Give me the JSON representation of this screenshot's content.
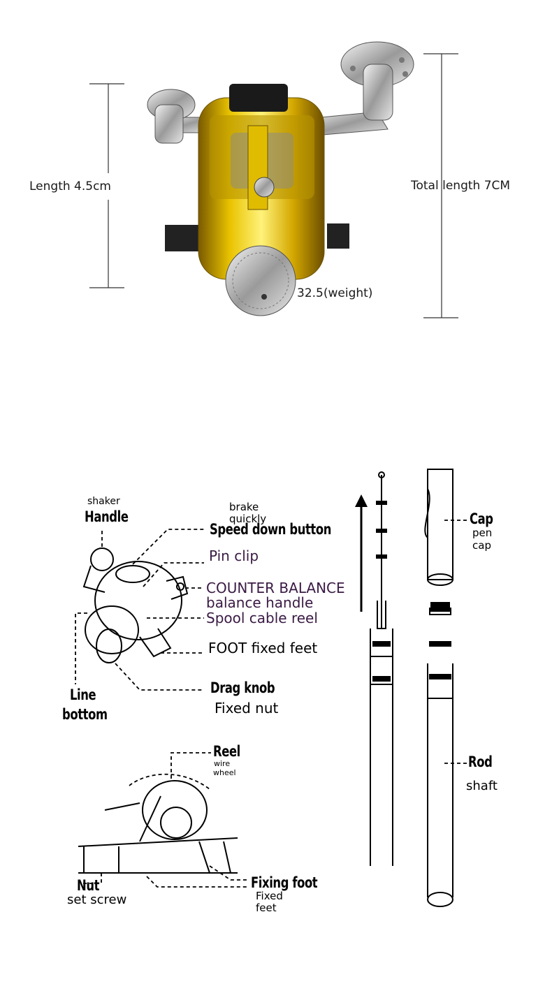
{
  "dimensions": {
    "length": "Length 4.5cm",
    "total_length": "Total length 7CM",
    "weight": "32.5(weight)"
  },
  "reel_labels": {
    "shaker": "shaker",
    "handle": "Handle",
    "brake": "brake",
    "quickly": "quickly",
    "speed_down_button": "Speed down button",
    "pin_clip": "Pin clip",
    "counter_balance": "COUNTER BALANCE",
    "balance_handle": "balance handle",
    "spool": "Spool cable reel",
    "foot": "FOOT fixed feet",
    "line": "Line",
    "bottom": "bottom",
    "drag_knob": "Drag knob",
    "fixed_nut": "Fixed nut"
  },
  "mount_labels": {
    "reel": "Reel",
    "wire": "wire",
    "wheel": "wheel",
    "nut": "Nut",
    "set_screw": "set screw",
    "fixing_foot": "Fixing foot",
    "fixed": "Fixed",
    "feet": "feet"
  },
  "rod_labels": {
    "cap": "Cap",
    "pen": "pen",
    "cap_sub": "cap",
    "rod": "Rod",
    "shaft": "shaft"
  },
  "colors": {
    "gold": "#d9b100",
    "chrome": "#c8c8c8",
    "line": "#000000"
  }
}
